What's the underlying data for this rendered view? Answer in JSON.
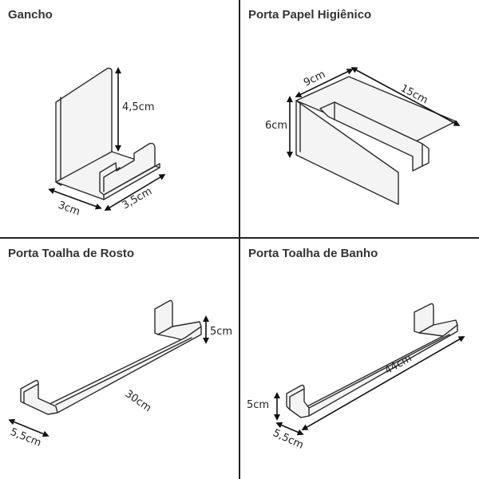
{
  "panels": {
    "gancho": {
      "title": "Gancho",
      "dims": {
        "height": "4,5cm",
        "width": "3cm",
        "depth": "3,5cm"
      }
    },
    "papel": {
      "title": "Porta Papel Higiênico",
      "dims": {
        "width": "9cm",
        "length": "15cm",
        "height": "6cm"
      }
    },
    "rosto": {
      "title": "Porta Toalha de Rosto",
      "dims": {
        "height": "5cm",
        "length": "30cm",
        "depth": "5,5cm"
      }
    },
    "banho": {
      "title": "Porta Toalha de Banho",
      "dims": {
        "height": "5cm",
        "length": "44cm",
        "depth": "5,5cm"
      }
    }
  },
  "colors": {
    "line": "#2b2b2b",
    "divider": "#222222",
    "text": "#333333"
  }
}
